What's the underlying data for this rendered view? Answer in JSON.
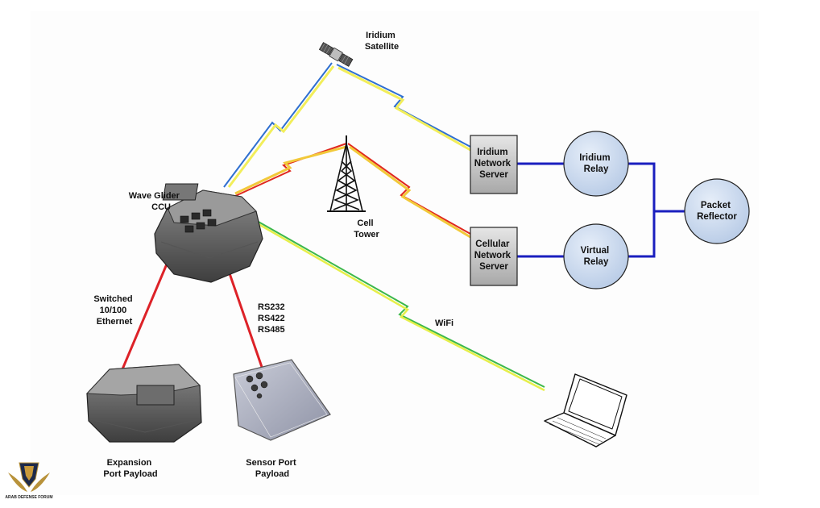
{
  "diagram": {
    "satellite_label": [
      "Iridium",
      "Satellite"
    ],
    "cell_tower_label": [
      "Cell",
      "Tower"
    ],
    "ccu_label": [
      "Wave Glider",
      "CCU"
    ],
    "wifi_label": "WiFi",
    "ethernet_label": [
      "Switched",
      "10/100",
      "Ethernet"
    ],
    "serial_label": [
      "RS232",
      "RS422",
      "RS485"
    ],
    "expansion_label": [
      "Expansion",
      "Port Payload"
    ],
    "sensor_label": [
      "Sensor Port",
      "Payload"
    ],
    "iridium_server_label": [
      "Iridium",
      "Network",
      "Server"
    ],
    "cellular_server_label": [
      "Cellular",
      "Network",
      "Server"
    ],
    "iridium_relay_label": [
      "Iridium",
      "Relay"
    ],
    "virtual_relay_label": [
      "Virtual",
      "Relay"
    ],
    "packet_reflector_label": [
      "Packet",
      "Reflector"
    ],
    "watermark_label": [
      "ARAB DEFENSE FORUM"
    ]
  },
  "colors": {
    "link_blue": "#1a1fbf",
    "lightning_yellow": "#f2ee5a",
    "lightning_red": "#e0281e",
    "wire_red": "#dd2228",
    "wifi_green": "#3cb84a",
    "server_fill": "#c8c8c8",
    "relay_fill": "#cfdcef"
  },
  "icons": [
    "satellite-icon",
    "cell-tower-icon",
    "wave-glider-ccu-icon",
    "expansion-payload-icon",
    "sensor-payload-icon",
    "laptop-icon",
    "watermark-logo-icon"
  ]
}
